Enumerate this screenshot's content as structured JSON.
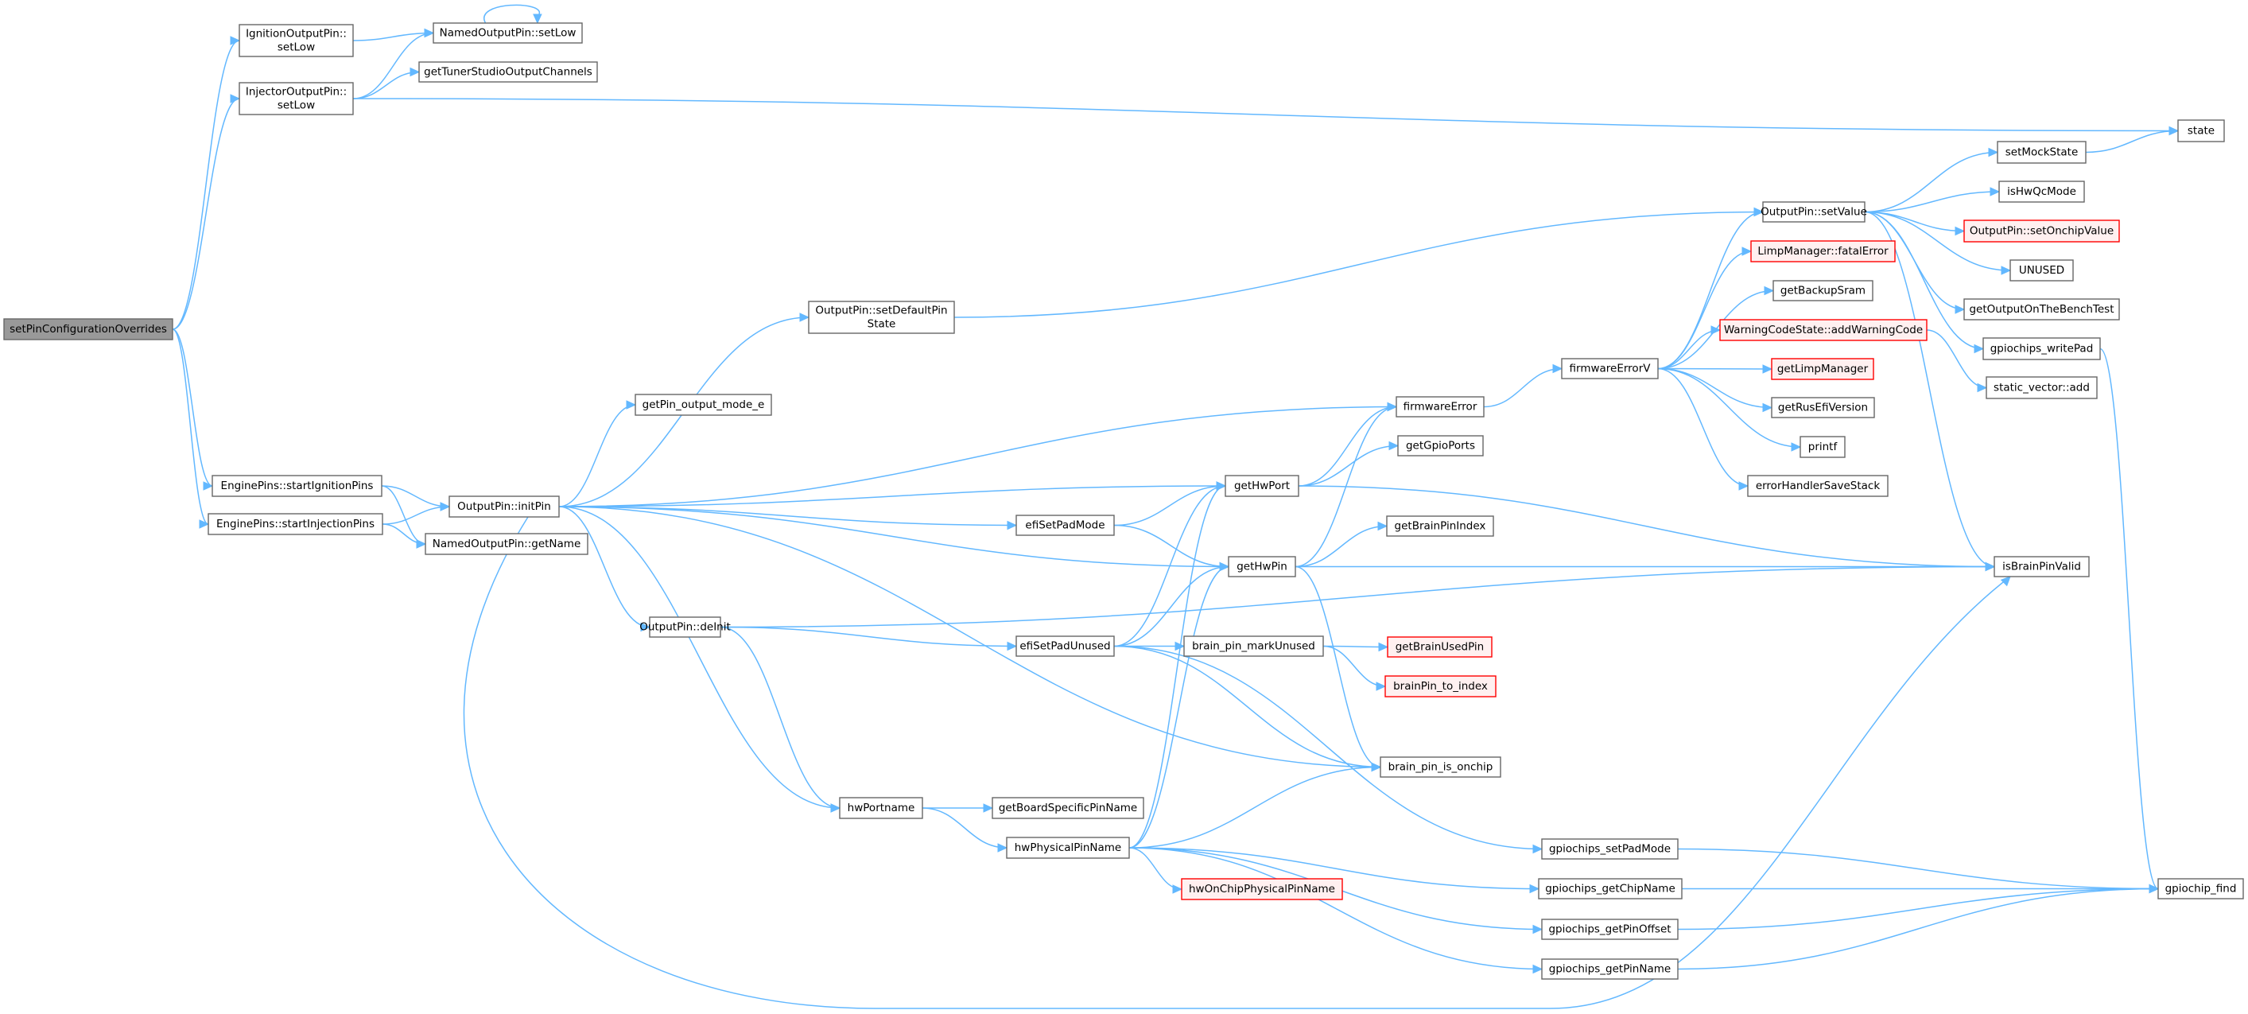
{
  "graph": {
    "title": "setPinConfigurationOverrides call graph",
    "colors": {
      "edge": "#63b8ff",
      "root_fill": "#999999",
      "external_fill": "#fff0f0",
      "external_border": "#ff0000",
      "node_border": "#666666"
    },
    "nodes": [
      {
        "id": "root",
        "label": [
          "setPinConfigurationOverrides"
        ],
        "kind": "root"
      },
      {
        "id": "ignSetLow",
        "label": [
          "IgnitionOutputPin::",
          "setLow"
        ],
        "kind": "normal"
      },
      {
        "id": "injSetLow",
        "label": [
          "InjectorOutputPin::",
          "setLow"
        ],
        "kind": "normal"
      },
      {
        "id": "namedSetLow",
        "label": [
          "NamedOutputPin::setLow"
        ],
        "kind": "normal"
      },
      {
        "id": "getTS",
        "label": [
          "getTunerStudioOutputChannels"
        ],
        "kind": "normal"
      },
      {
        "id": "state",
        "label": [
          "state"
        ],
        "kind": "normal"
      },
      {
        "id": "startIgn",
        "label": [
          "EnginePins::startIgnitionPins"
        ],
        "kind": "normal"
      },
      {
        "id": "startInj",
        "label": [
          "EnginePins::startInjectionPins"
        ],
        "kind": "normal"
      },
      {
        "id": "initPin",
        "label": [
          "OutputPin::initPin"
        ],
        "kind": "normal"
      },
      {
        "id": "getName",
        "label": [
          "NamedOutputPin::getName"
        ],
        "kind": "normal"
      },
      {
        "id": "setDefault",
        "label": [
          "OutputPin::setDefaultPin",
          "State"
        ],
        "kind": "normal"
      },
      {
        "id": "getPinMode",
        "label": [
          "getPin_output_mode_e"
        ],
        "kind": "normal"
      },
      {
        "id": "deInit",
        "label": [
          "OutputPin::deInit"
        ],
        "kind": "normal"
      },
      {
        "id": "efiSetPadMode",
        "label": [
          "efiSetPadMode"
        ],
        "kind": "normal"
      },
      {
        "id": "efiSetPadUnused",
        "label": [
          "efiSetPadUnused"
        ],
        "kind": "normal"
      },
      {
        "id": "markUnused",
        "label": [
          "brain_pin_markUnused"
        ],
        "kind": "normal"
      },
      {
        "id": "hwPortname",
        "label": [
          "hwPortname"
        ],
        "kind": "normal"
      },
      {
        "id": "boardPinName",
        "label": [
          "getBoardSpecificPinName"
        ],
        "kind": "normal"
      },
      {
        "id": "hwPhys",
        "label": [
          "hwPhysicalPinName"
        ],
        "kind": "normal"
      },
      {
        "id": "hwOnChip",
        "label": [
          "hwOnChipPhysicalPinName"
        ],
        "kind": "external"
      },
      {
        "id": "getHwPort",
        "label": [
          "getHwPort"
        ],
        "kind": "normal"
      },
      {
        "id": "getHwPin",
        "label": [
          "getHwPin"
        ],
        "kind": "normal"
      },
      {
        "id": "firmwareError",
        "label": [
          "firmwareError"
        ],
        "kind": "normal"
      },
      {
        "id": "getGpioPorts",
        "label": [
          "getGpioPorts"
        ],
        "kind": "normal"
      },
      {
        "id": "getBrainPinIndex",
        "label": [
          "getBrainPinIndex"
        ],
        "kind": "normal"
      },
      {
        "id": "getBrainUsedPin",
        "label": [
          "getBrainUsedPin"
        ],
        "kind": "external"
      },
      {
        "id": "brainPinToIndex",
        "label": [
          "brainPin_to_index"
        ],
        "kind": "external"
      },
      {
        "id": "isOnchip",
        "label": [
          "brain_pin_is_onchip"
        ],
        "kind": "normal"
      },
      {
        "id": "firmwareErrorV",
        "label": [
          "firmwareErrorV"
        ],
        "kind": "normal"
      },
      {
        "id": "setValue",
        "label": [
          "OutputPin::setValue"
        ],
        "kind": "normal"
      },
      {
        "id": "fatalError",
        "label": [
          "LimpManager::fatalError"
        ],
        "kind": "external"
      },
      {
        "id": "getBackupSram",
        "label": [
          "getBackupSram"
        ],
        "kind": "normal"
      },
      {
        "id": "addWarning",
        "label": [
          "WarningCodeState::addWarningCode"
        ],
        "kind": "external"
      },
      {
        "id": "getLimpManager",
        "label": [
          "getLimpManager"
        ],
        "kind": "external"
      },
      {
        "id": "getRusEfiVersion",
        "label": [
          "getRusEfiVersion"
        ],
        "kind": "normal"
      },
      {
        "id": "printf",
        "label": [
          "printf"
        ],
        "kind": "normal"
      },
      {
        "id": "errorHandlerSaveStack",
        "label": [
          "errorHandlerSaveStack"
        ],
        "kind": "normal"
      },
      {
        "id": "setMockState",
        "label": [
          "setMockState"
        ],
        "kind": "normal"
      },
      {
        "id": "isHwQcMode",
        "label": [
          "isHwQcMode"
        ],
        "kind": "normal"
      },
      {
        "id": "setOnchipValue",
        "label": [
          "OutputPin::setOnchipValue"
        ],
        "kind": "external"
      },
      {
        "id": "unused",
        "label": [
          "UNUSED"
        ],
        "kind": "normal"
      },
      {
        "id": "benchTest",
        "label": [
          "getOutputOnTheBenchTest"
        ],
        "kind": "normal"
      },
      {
        "id": "writePad",
        "label": [
          "gpiochips_writePad"
        ],
        "kind": "normal"
      },
      {
        "id": "vecAdd",
        "label": [
          "static_vector::add"
        ],
        "kind": "normal"
      },
      {
        "id": "isBrainPinValid",
        "label": [
          "isBrainPinValid"
        ],
        "kind": "normal"
      },
      {
        "id": "gcSetPadMode",
        "label": [
          "gpiochips_setPadMode"
        ],
        "kind": "normal"
      },
      {
        "id": "gcGetChipName",
        "label": [
          "gpiochips_getChipName"
        ],
        "kind": "normal"
      },
      {
        "id": "gcGetPinOffset",
        "label": [
          "gpiochips_getPinOffset"
        ],
        "kind": "normal"
      },
      {
        "id": "gcGetPinName",
        "label": [
          "gpiochips_getPinName"
        ],
        "kind": "normal"
      },
      {
        "id": "gpiochipFind",
        "label": [
          "gpiochip_find"
        ],
        "kind": "normal"
      }
    ],
    "edges": [
      [
        "root",
        "ignSetLow"
      ],
      [
        "root",
        "injSetLow"
      ],
      [
        "root",
        "startIgn"
      ],
      [
        "root",
        "startInj"
      ],
      [
        "ignSetLow",
        "namedSetLow"
      ],
      [
        "namedSetLow",
        "namedSetLow"
      ],
      [
        "injSetLow",
        "namedSetLow"
      ],
      [
        "injSetLow",
        "getTS"
      ],
      [
        "injSetLow",
        "state"
      ],
      [
        "startIgn",
        "initPin"
      ],
      [
        "startIgn",
        "getName"
      ],
      [
        "startInj",
        "initPin"
      ],
      [
        "startInj",
        "getName"
      ],
      [
        "initPin",
        "setDefault"
      ],
      [
        "initPin",
        "getPinMode"
      ],
      [
        "initPin",
        "firmwareError"
      ],
      [
        "initPin",
        "getHwPort"
      ],
      [
        "initPin",
        "efiSetPadMode"
      ],
      [
        "initPin",
        "getHwPin"
      ],
      [
        "initPin",
        "deInit"
      ],
      [
        "initPin",
        "isOnchip"
      ],
      [
        "initPin",
        "hwPortname"
      ],
      [
        "initPin",
        "isBrainPinValid"
      ],
      [
        "setDefault",
        "setValue"
      ],
      [
        "deInit",
        "isBrainPinValid"
      ],
      [
        "deInit",
        "efiSetPadUnused"
      ],
      [
        "deInit",
        "hwPortname"
      ],
      [
        "efiSetPadMode",
        "getHwPort"
      ],
      [
        "efiSetPadMode",
        "getHwPin"
      ],
      [
        "efiSetPadUnused",
        "getHwPort"
      ],
      [
        "efiSetPadUnused",
        "getHwPin"
      ],
      [
        "efiSetPadUnused",
        "markUnused"
      ],
      [
        "efiSetPadUnused",
        "isOnchip"
      ],
      [
        "efiSetPadUnused",
        "gcSetPadMode"
      ],
      [
        "markUnused",
        "getBrainUsedPin"
      ],
      [
        "markUnused",
        "brainPinToIndex"
      ],
      [
        "hwPortname",
        "boardPinName"
      ],
      [
        "hwPortname",
        "hwPhys"
      ],
      [
        "hwPhys",
        "getHwPort"
      ],
      [
        "hwPhys",
        "getHwPin"
      ],
      [
        "hwPhys",
        "isOnchip"
      ],
      [
        "hwPhys",
        "hwOnChip"
      ],
      [
        "hwPhys",
        "gcGetChipName"
      ],
      [
        "hwPhys",
        "gcGetPinOffset"
      ],
      [
        "hwPhys",
        "gcGetPinName"
      ],
      [
        "getHwPort",
        "firmwareError"
      ],
      [
        "getHwPort",
        "getGpioPorts"
      ],
      [
        "getHwPort",
        "isBrainPinValid"
      ],
      [
        "getHwPin",
        "firmwareError"
      ],
      [
        "getHwPin",
        "getBrainPinIndex"
      ],
      [
        "getHwPin",
        "isBrainPinValid"
      ],
      [
        "getHwPin",
        "isOnchip"
      ],
      [
        "firmwareError",
        "firmwareErrorV"
      ],
      [
        "firmwareErrorV",
        "setValue"
      ],
      [
        "firmwareErrorV",
        "fatalError"
      ],
      [
        "firmwareErrorV",
        "getBackupSram"
      ],
      [
        "firmwareErrorV",
        "addWarning"
      ],
      [
        "firmwareErrorV",
        "getLimpManager"
      ],
      [
        "firmwareErrorV",
        "getRusEfiVersion"
      ],
      [
        "firmwareErrorV",
        "printf"
      ],
      [
        "firmwareErrorV",
        "errorHandlerSaveStack"
      ],
      [
        "setValue",
        "setMockState"
      ],
      [
        "setValue",
        "isHwQcMode"
      ],
      [
        "setValue",
        "setOnchipValue"
      ],
      [
        "setValue",
        "unused"
      ],
      [
        "setValue",
        "benchTest"
      ],
      [
        "setValue",
        "writePad"
      ],
      [
        "setValue",
        "isBrainPinValid"
      ],
      [
        "setMockState",
        "state"
      ],
      [
        "addWarning",
        "vecAdd"
      ],
      [
        "writePad",
        "gpiochipFind"
      ],
      [
        "gcSetPadMode",
        "gpiochipFind"
      ],
      [
        "gcGetChipName",
        "gpiochipFind"
      ],
      [
        "gcGetPinOffset",
        "gpiochipFind"
      ],
      [
        "gcGetPinName",
        "gpiochipFind"
      ]
    ]
  }
}
